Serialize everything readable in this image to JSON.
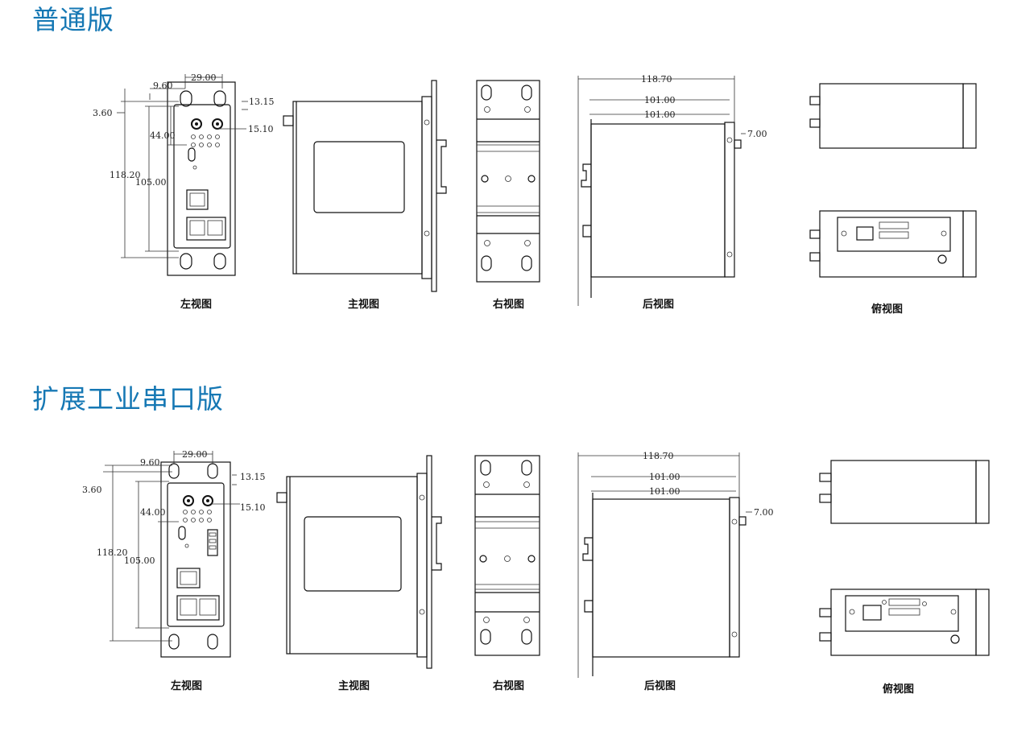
{
  "sections": [
    {
      "title": "普通版",
      "captions": {
        "left": "左视图",
        "front": "主视图",
        "right": "右视图",
        "back": "后视图",
        "top": "俯视图"
      },
      "dims": {
        "d29": "29.00",
        "d960": "9.60",
        "d360": "3.60",
        "d1315": "13.15",
        "d1510": "15.10",
        "d4400": "44.00",
        "d11820": "118.20",
        "d10500": "105.00",
        "d11870": "118.70",
        "d10100a": "101.00",
        "d10100b": "101.00",
        "d700": "7.00"
      }
    },
    {
      "title": "扩展工业串口版",
      "captions": {
        "left": "左视图",
        "front": "主视图",
        "right": "右视图",
        "back": "后视图",
        "top": "俯视图"
      },
      "dims": {
        "d29": "29.00",
        "d960": "9.60",
        "d360": "3.60",
        "d1315": "13.15",
        "d1510": "15.10",
        "d4400": "44.00",
        "d11820": "118.20",
        "d10500": "105.00",
        "d11870": "118.70",
        "d10100a": "101.00",
        "d10100b": "101.00",
        "d700": "7.00"
      }
    }
  ]
}
